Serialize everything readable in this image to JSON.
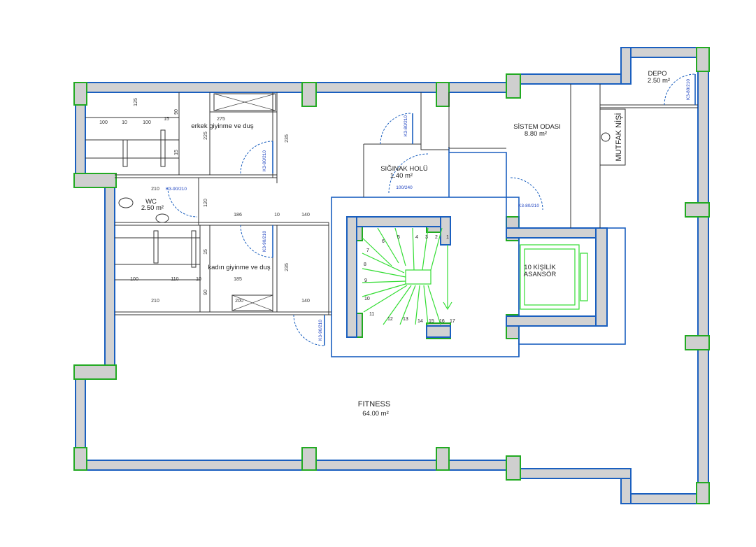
{
  "rooms": {
    "fitness": {
      "name": "FITNESS",
      "area": "64.00 m²"
    },
    "depo": {
      "name": "DEPO",
      "area": "2.50 m²"
    },
    "sistem": {
      "name": "SİSTEM ODASI",
      "area": "8.80 m²"
    },
    "siginak": {
      "name": "SIĞINAK HOLÜ",
      "area": "1.40 m²"
    },
    "wc": {
      "name": "WC",
      "area": "2.50 m²"
    },
    "erkek": {
      "name": "erkek giyinme ve duş"
    },
    "kadin": {
      "name": "kadın giyinme ve duş"
    },
    "asansor": {
      "name1": "10 KİŞİLİK",
      "name2": "ASANSÖR"
    },
    "mutfak": {
      "name": "MUTFAK NİŞİ"
    }
  },
  "dimensions": {
    "d100a": "100",
    "d10a": "10",
    "d100b": "100",
    "d15a": "15",
    "d275": "275",
    "d225": "225",
    "d235": "235",
    "d15b": "15",
    "d90a": "90",
    "d125": "125",
    "d210a": "210",
    "d120": "120",
    "d186": "186",
    "d10b": "10",
    "d140a": "140",
    "d100c": "100",
    "d110": "110",
    "d10c": "10",
    "d185": "185",
    "d235b": "235",
    "d15c": "15",
    "d210b": "210",
    "d200": "200",
    "d140b": "140",
    "d90b": "90"
  },
  "door_tags": {
    "wc": "K3-90/210",
    "siginak": "100/240",
    "sistem": "K3-80/210",
    "erkek": "K3-90/210",
    "kadin": "K3-90/210",
    "fitness": "K3-90/210",
    "sistem2": "K3-80/210",
    "depo": "K3-80/210"
  },
  "stair_steps": [
    "1",
    "2",
    "3",
    "4",
    "5",
    "6",
    "7",
    "8",
    "9",
    "10",
    "11",
    "12",
    "13",
    "14",
    "15",
    "16",
    "17"
  ],
  "colors": {
    "wall_outline": "#1a5fbf",
    "column_outline": "#22aa22",
    "wall_fill": "#d2d2d2",
    "elevator": "#33dd33"
  }
}
